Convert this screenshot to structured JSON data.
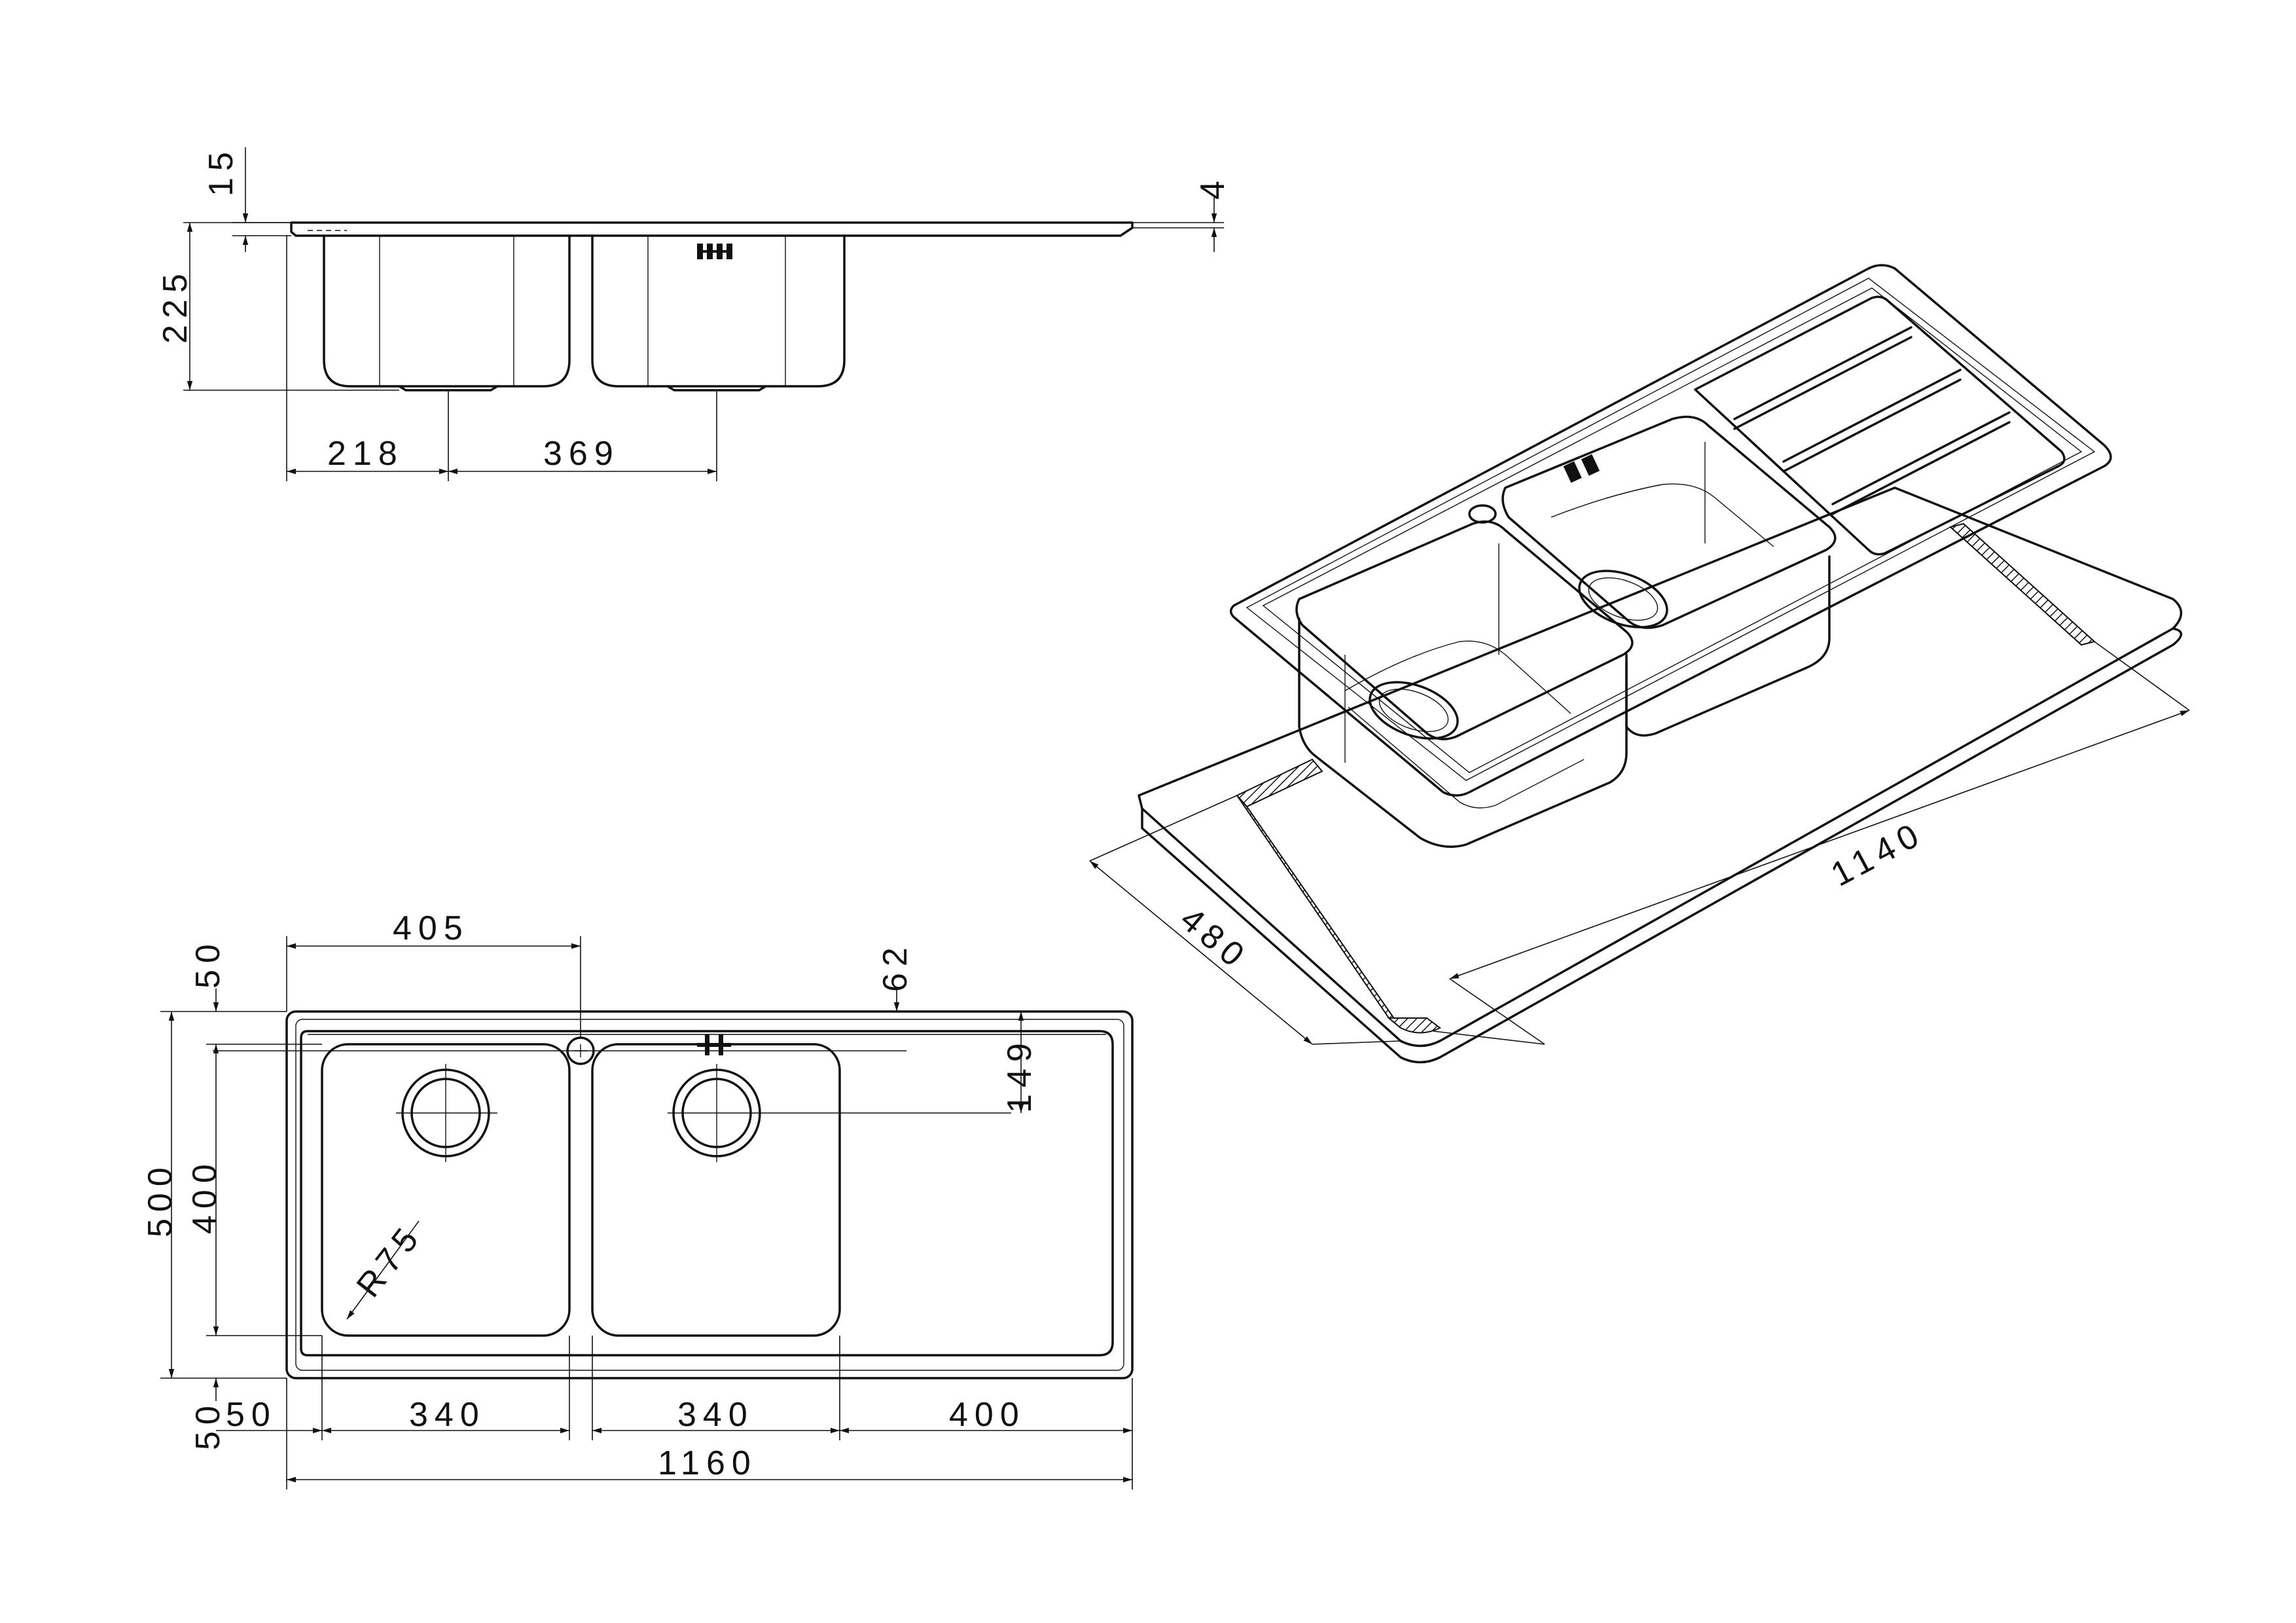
{
  "drawing": {
    "side_view": {
      "dims": {
        "flange_thickness": "15",
        "rim_thickness": "4",
        "bowl_depth": "225",
        "bowl1_drain_offset": "218",
        "drain_spacing": "369"
      }
    },
    "top_view": {
      "dims": {
        "tap_hole_offset": "405",
        "tap_to_edge": "62",
        "front_margin": "50",
        "back_margin": "50",
        "bowl_depth_plan": "400",
        "overall_depth": "500",
        "drain_to_back": "149",
        "corner_radius": "R75",
        "left_margin": "50",
        "bowl1_width": "340",
        "bowl2_width": "340",
        "drainer_width": "400",
        "overall_width": "1160"
      }
    },
    "iso_view": {
      "dims": {
        "cutout_width": "1140",
        "cutout_depth": "480"
      }
    }
  }
}
